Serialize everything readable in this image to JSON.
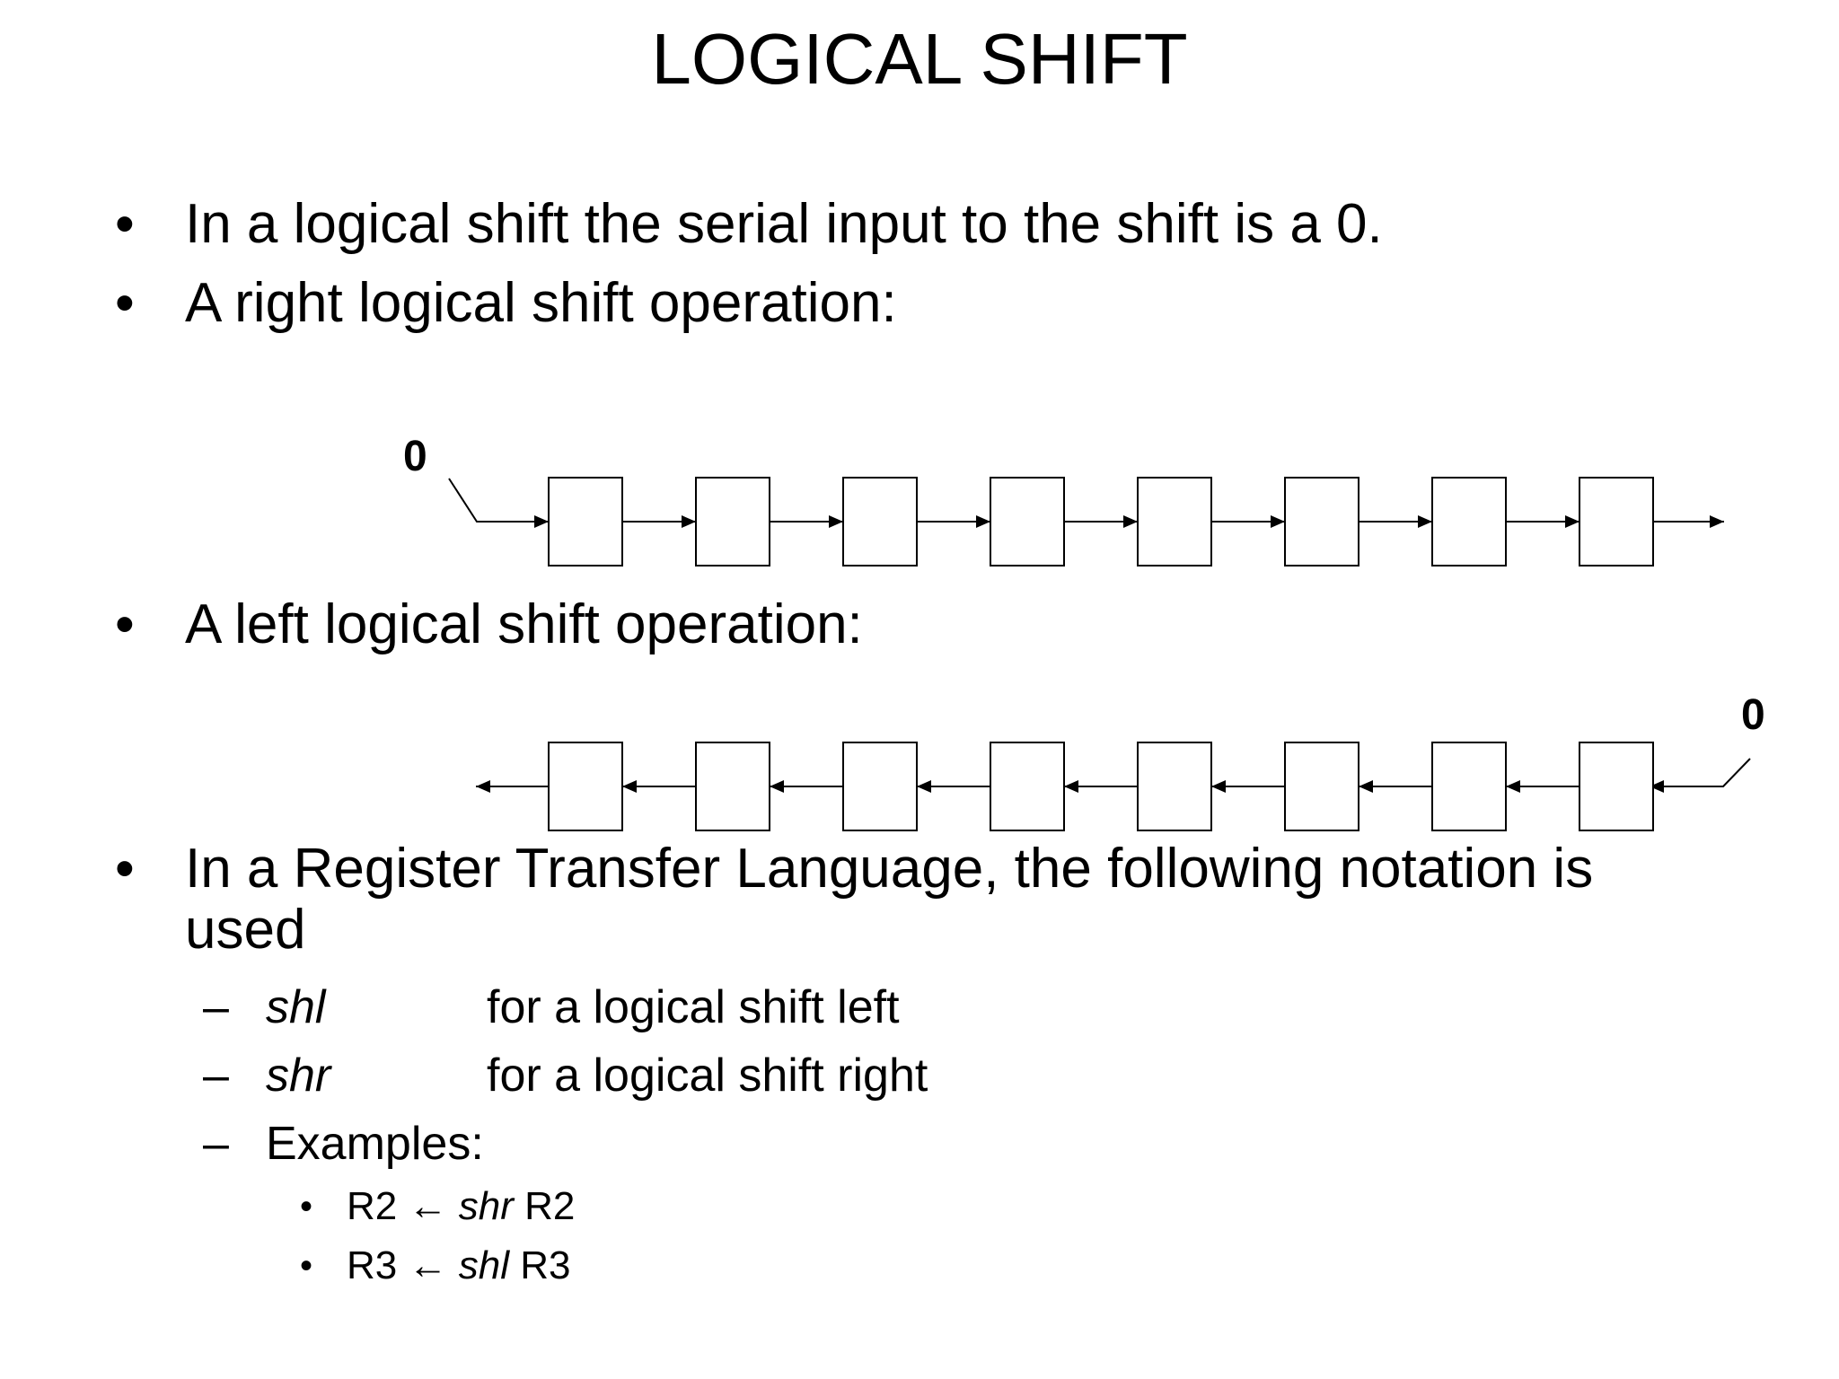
{
  "title": "LOGICAL SHIFT",
  "bullets": [
    "In a logical shift the serial input to the shift is a 0.",
    "A right logical shift operation:",
    "A left logical shift operation:",
    "In a Register Transfer Language, the following notation is",
    "used"
  ],
  "right_diagram": {
    "input_label": "0",
    "cell_count": 8
  },
  "left_diagram": {
    "input_label": "0",
    "cell_count": 8
  },
  "notation": [
    {
      "dash": "–",
      "term": "shl",
      "desc": "for a logical shift left"
    },
    {
      "dash": "–",
      "term": "shr",
      "desc": "for a logical shift right"
    }
  ],
  "examples_heading": {
    "dash": "–",
    "label": "Examples:"
  },
  "examples": [
    {
      "dot": "•",
      "dest": "R2",
      "arrow": "←",
      "op": "shr",
      "src": "R2"
    },
    {
      "dot": "•",
      "dest": "R3",
      "arrow": "←",
      "op": "shl",
      "src": "R3"
    }
  ],
  "bullet_symbol": "•"
}
